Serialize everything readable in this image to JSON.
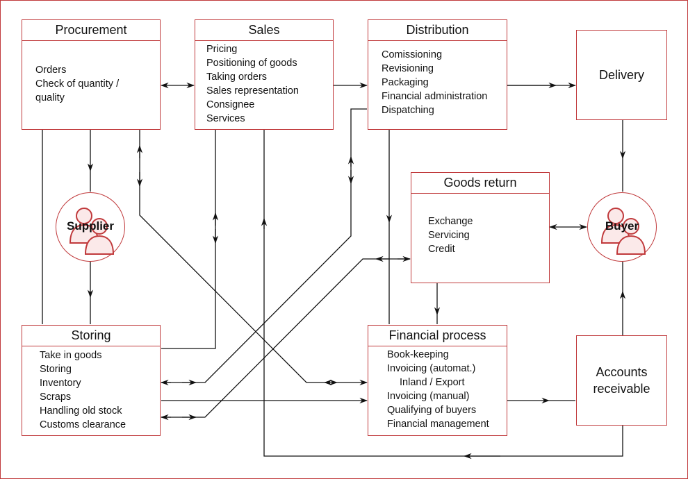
{
  "diagram": {
    "procurement": {
      "title": "Procurement",
      "items": [
        "Orders",
        "Check of quantity /",
        "quality"
      ]
    },
    "sales": {
      "title": "Sales",
      "items": [
        "Pricing",
        "Positioning of goods",
        "Taking orders",
        "Sales representation",
        "Consignee",
        "Services"
      ]
    },
    "distribution": {
      "title": "Distribution",
      "items": [
        "Comissioning",
        "Revisioning",
        "Packaging",
        "Financial administration",
        "Dispatching"
      ]
    },
    "delivery": {
      "title": "Delivery"
    },
    "goods_return": {
      "title": "Goods return",
      "items": [
        "Exchange",
        "Servicing",
        "Credit"
      ]
    },
    "storing": {
      "title": "Storing",
      "items": [
        "Take in goods",
        "Storing",
        "Inventory",
        "Scraps",
        "Handling old stock",
        "Customs clearance"
      ]
    },
    "financial_process": {
      "title": "Financial process",
      "items": [
        "Book-keeping",
        "Invoicing (automat.)",
        "Inland / Export",
        "Invoicing (manual)",
        "Qualifying of buyers",
        "Financial management"
      ]
    },
    "accounts_receivable": {
      "line1": "Accounts",
      "line2": "receivable"
    },
    "supplier": {
      "label": "Supplier"
    },
    "buyer": {
      "label": "Buyer"
    }
  },
  "colors": {
    "border": "#c0393b",
    "line": "#111111",
    "person_icon": "#c0393b"
  },
  "icons": {
    "actor": "people-icon",
    "arrow": "arrowhead"
  }
}
